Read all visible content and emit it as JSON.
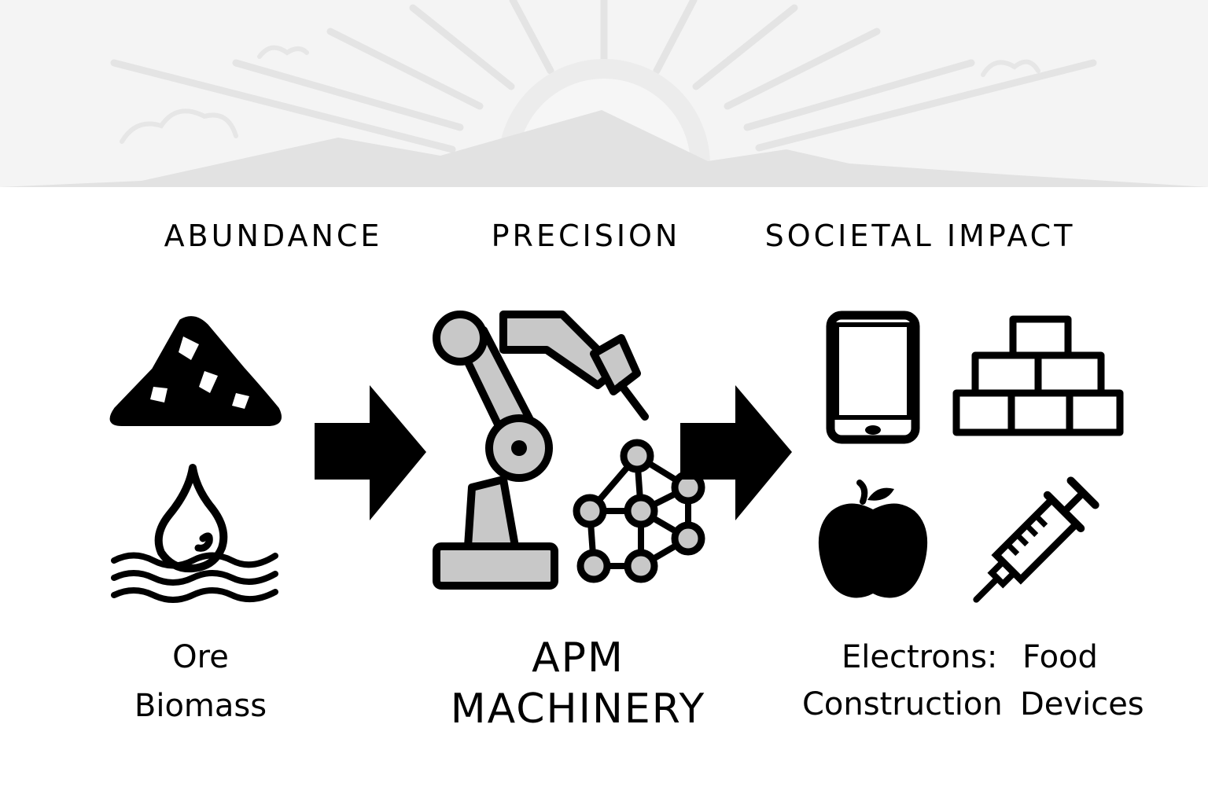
{
  "columns": {
    "abundance": {
      "heading": "ABUNDANCE",
      "labels": [
        "Ore",
        "Biomass"
      ]
    },
    "precision": {
      "heading": "PRECISION",
      "labels": [
        "APM",
        "MACHINERY"
      ]
    },
    "impact": {
      "heading": "SOCIETAL IMPACT",
      "labels": [
        "Electrons:",
        "Food",
        "Construction",
        "Devices"
      ]
    }
  },
  "icons": {
    "banner": "sunrise-mountains-icon",
    "ore": "ore-pile-icon",
    "biomass": "water-drop-waves-icon",
    "arrow": "arrow-right-icon",
    "machinery": "robotic-arm-icon",
    "molecule": "molecular-lattice-icon",
    "electrons": "smartphone-icon",
    "construction": "brick-stack-icon",
    "food": "apple-icon",
    "devices": "syringe-icon"
  },
  "colors": {
    "banner_bg": "#f4f4f4",
    "banner_art": "#e3e3e3",
    "machine_fill": "#c8c8c8",
    "ink": "#000000"
  }
}
